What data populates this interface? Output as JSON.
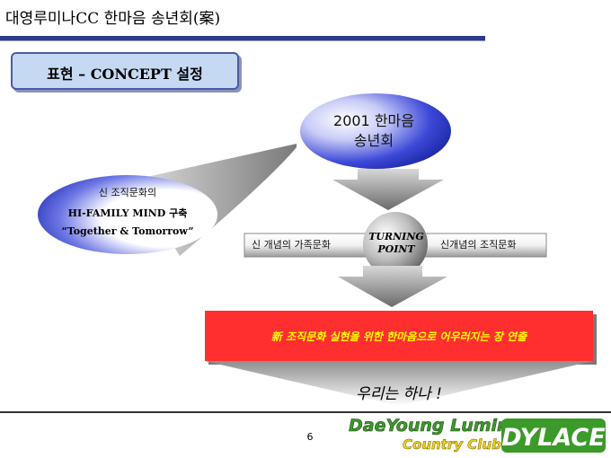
{
  "header": {
    "title": "대영루미나CC 한마음 송년회(案)"
  },
  "concept": {
    "label": "표현 – CONCEPT 설정"
  },
  "left_bubble": {
    "line1": "신 조직문화의",
    "line2": "HI-FAMILY MIND 구축",
    "line3": "“Together & Tomorrow”"
  },
  "event": {
    "line1": "2001 한마음",
    "line2": "송년회"
  },
  "turning": {
    "left_label": "신 개념의 가족문화",
    "right_label": "신개념의 조직문화",
    "line1": "TURNING",
    "line2": "POINT"
  },
  "banner": {
    "text": "新  조직문화 실현을 위한 한마음으로  어우러지는 장 연출"
  },
  "slogan": "우리는 하나 !",
  "footer": {
    "page_number": "6",
    "logo_line1": "DaeYoung Lumina",
    "logo_line2": "Country Club",
    "logo_brand": "DYLACE"
  },
  "colors": {
    "title_rule": "#2b3a8c",
    "concept_fill": "#c6d9f2",
    "banner_red": "#ff2f2f",
    "banner_text": "#ffff00",
    "logo_green": "#3c9a2a",
    "logo_yellow": "#f2d21b"
  }
}
